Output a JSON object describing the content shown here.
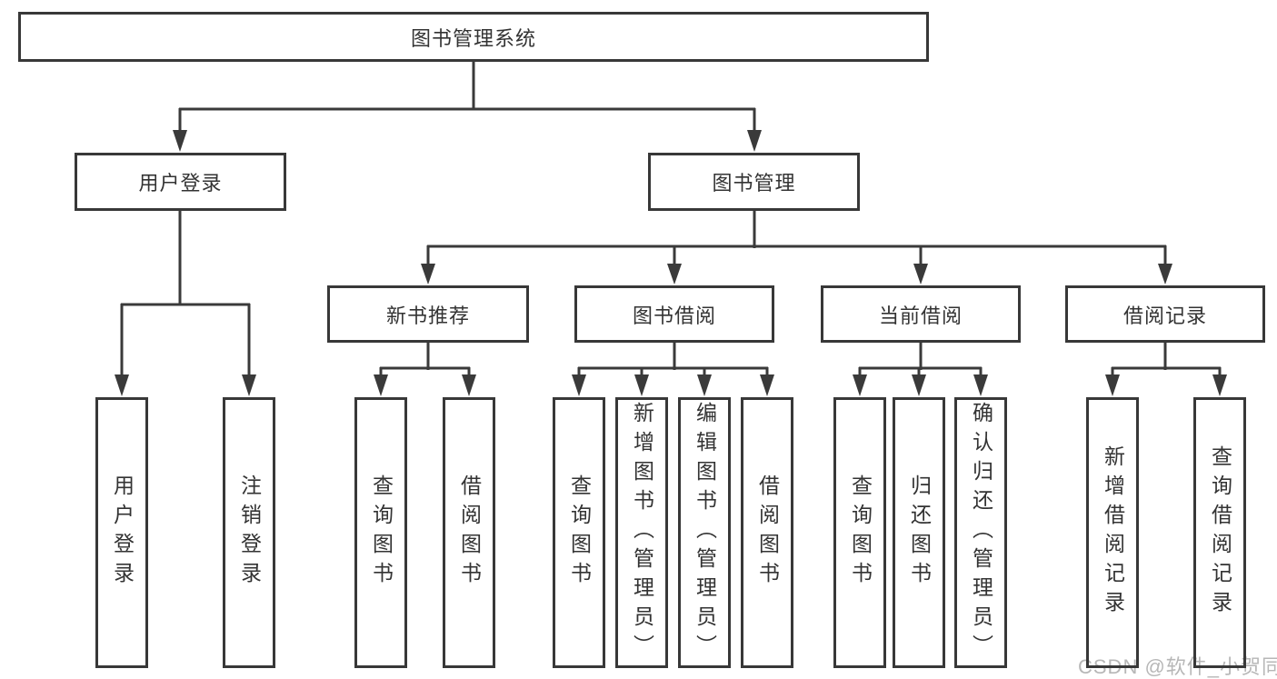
{
  "colors": {
    "line": "#3a3a3a",
    "text": "#333333",
    "box_border": "#383838",
    "watermark": "#b7b7b7"
  },
  "root": {
    "label": "图书管理系统"
  },
  "branches": [
    {
      "label": "用户登录",
      "children": [
        "用户登录",
        "注销登录"
      ]
    },
    {
      "label": "图书管理",
      "sections": [
        {
          "label": "新书推荐",
          "children": [
            "查询图书",
            "借阅图书"
          ]
        },
        {
          "label": "图书借阅",
          "children": [
            "查询图书",
            "新增图书（管理员）",
            "编辑图书（管理员）",
            "借阅图书"
          ]
        },
        {
          "label": "当前借阅",
          "children": [
            "查询图书",
            "归还图书",
            "确认归还（管理员）"
          ]
        },
        {
          "label": "借阅记录",
          "children": [
            "新增借阅记录",
            "查询借阅记录"
          ]
        }
      ]
    }
  ],
  "watermark": "CSDN @软件_小贺同学"
}
